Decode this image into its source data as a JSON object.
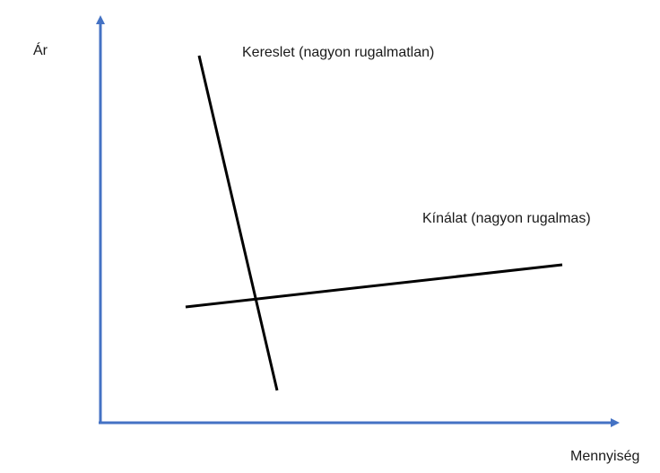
{
  "axes": {
    "y_label": "Ár",
    "x_label": "Mennyiség",
    "color": "#4472C4"
  },
  "curves": {
    "demand_label": "Kereslet (nagyon rugalmatlan)",
    "supply_label": "Kínálat (nagyon rugalmas)",
    "color": "#000000"
  }
}
